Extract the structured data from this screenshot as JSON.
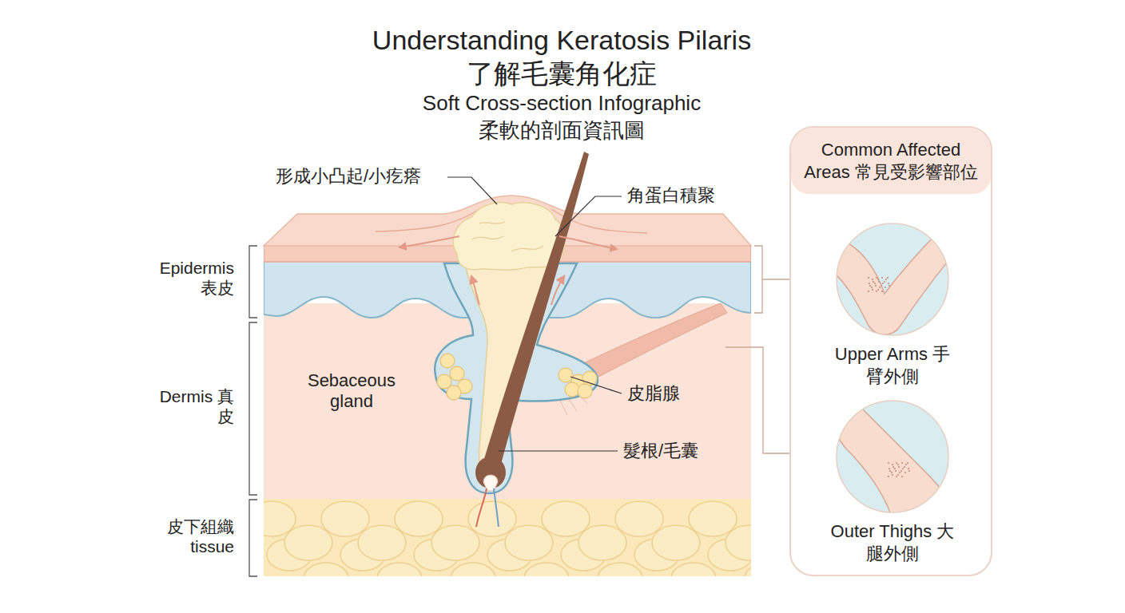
{
  "diagram": {
    "title": "Understanding Keratosis Pilaris",
    "nodes": [
      {
        "text": [
          "Common Affected Areas 常見受影響部位"
        ]
      },
      {
        "text": [
          "Upper Arms 手臂外側"
        ],
        "in": 0
      },
      {
        "text": [
          "Outer Thighs 大腿外側"
        ],
        "in": 0
      }
    ],
    "labels": [
      "了解毛囊角化症",
      "Soft Cross-section Infographic",
      "柔軟的剖面資訊圖",
      "形成小凸起/小疙瘩",
      "角蛋白積聚",
      "Epidermis 表皮",
      "Dermis 真皮",
      "皮下組織 tissue",
      "Sebaceous gland",
      "皮脂腺",
      "髮根/毛囊"
    ]
  }
}
